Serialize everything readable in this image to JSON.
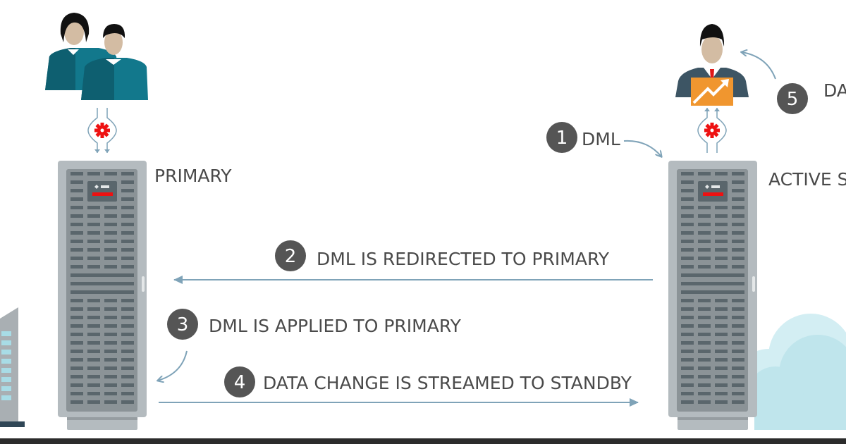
{
  "nodes": {
    "primary_label": "PRIMARY",
    "standby_label": "ACTIVE S"
  },
  "steps": [
    {
      "number": "1",
      "text": "DML"
    },
    {
      "number": "2",
      "text": "DML IS REDIRECTED TO PRIMARY"
    },
    {
      "number": "3",
      "text": "DML IS APPLIED TO PRIMARY"
    },
    {
      "number": "4",
      "text": "DATA CHANGE IS STREAMED TO STANDBY"
    },
    {
      "number": "5",
      "text": "DA"
    }
  ],
  "icons": [
    "users-icon",
    "gear-icon",
    "server-rack-icon",
    "business-user-icon",
    "chart-up-icon",
    "building-icon",
    "cloud-icon"
  ],
  "colors": {
    "text": "#4a4a4a",
    "step_circle": "#555555",
    "arrow": "#7fa3b8",
    "gear": "#ee1111",
    "rack": "#b4bbbf",
    "teal": "#12788c",
    "chart_orange": "#f0962f",
    "cloud": "#bfe5ec"
  }
}
